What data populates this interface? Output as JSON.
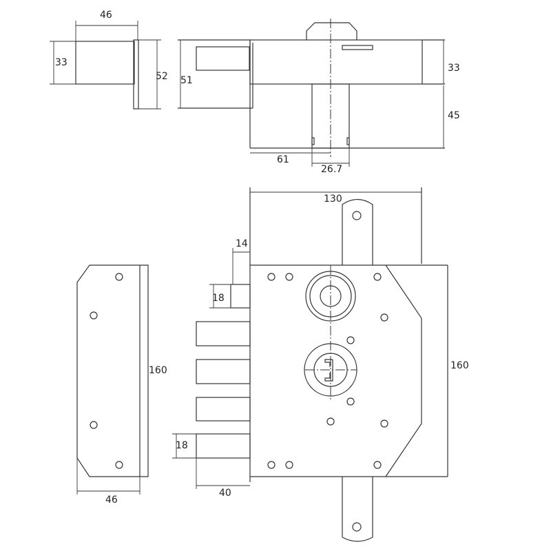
{
  "title": "Lock technical drawing",
  "dimensions": {
    "side_width": "46",
    "side_height": "33",
    "side_plate_height": "52",
    "top_total_height": "51",
    "top_body_height": "33",
    "top_cylinder_depth": "45",
    "top_backset": "61",
    "top_cylinder_width": "26.7",
    "front_width": "130",
    "bolt_offset": "14",
    "bolt_small_height": "18",
    "bolt_height": "18",
    "bolt_throw": "40",
    "front_height": "160",
    "faceplate_height": "160",
    "faceplate_width": "46"
  },
  "colors": {
    "line": "#333333",
    "background": "#ffffff"
  }
}
